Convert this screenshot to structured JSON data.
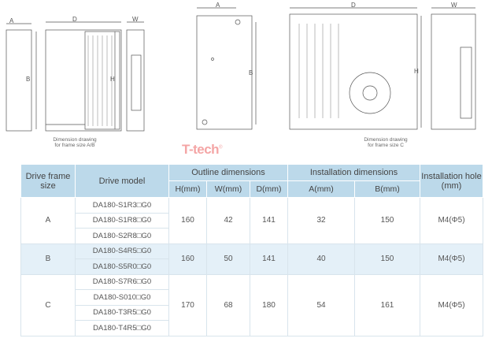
{
  "drawings": {
    "ab": {
      "caption_line1": "Dimension drawing",
      "caption_line2": "for frame size A/B",
      "labels": {
        "a": "A",
        "b": "B",
        "d": "D",
        "w": "W",
        "h": "H"
      }
    },
    "mid": {
      "labels": {
        "a": "A",
        "b": "B"
      }
    },
    "c": {
      "caption_line1": "Dimension drawing",
      "caption_line2": "for frame size C",
      "labels": {
        "d": "D",
        "w": "W",
        "h": "H"
      }
    }
  },
  "watermark": {
    "text": "T-tech",
    "mark": "®"
  },
  "table": {
    "headers": {
      "frame": "Drive frame size",
      "model": "Drive model",
      "outline": "Outline dimensions",
      "install": "Installation dimensions",
      "hole": "Installation hole (mm)",
      "h": "H(mm)",
      "w": "W(mm)",
      "d": "D(mm)",
      "a": "A(mm)",
      "b": "B(mm)"
    },
    "groups": [
      {
        "frame": "A",
        "models": [
          "DA180-S1R3□G0",
          "DA180-S1R8□G0",
          "DA180-S2R8□G0"
        ],
        "h": "160",
        "w": "42",
        "d": "141",
        "a": "32",
        "b": "150",
        "hole": "M4(Φ5)"
      },
      {
        "frame": "B",
        "models": [
          "DA180-S4R5□G0",
          "DA180-S5R0□G0"
        ],
        "h": "160",
        "w": "50",
        "d": "141",
        "a": "40",
        "b": "150",
        "hole": "M4(Φ5)"
      },
      {
        "frame": "C",
        "models": [
          "DA180-S7R6□G0",
          "DA180-S010□G0",
          "DA180-T3R5□G0",
          "DA180-T4R5□G0"
        ],
        "h": "170",
        "w": "68",
        "d": "180",
        "a": "54",
        "b": "161",
        "hole": "M4(Φ5)"
      }
    ]
  }
}
